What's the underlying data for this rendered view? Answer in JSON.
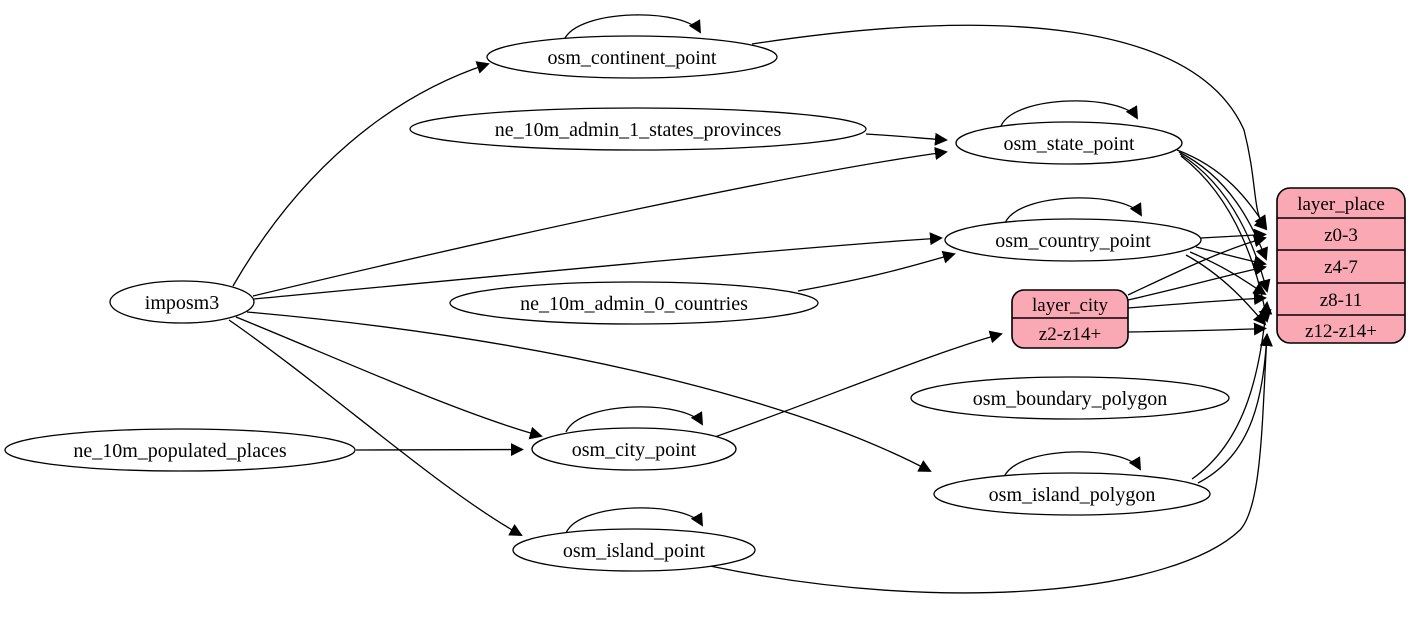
{
  "diagram": {
    "background": "#ffffff",
    "ellipse_fill": "#ffffff",
    "record_fill": "#f9a8b4",
    "stroke": "#000000"
  },
  "nodes": {
    "imposm3": {
      "label": "imposm3"
    },
    "ne_10m_admin_1_states_provinces": {
      "label": "ne_10m_admin_1_states_provinces"
    },
    "ne_10m_admin_0_countries": {
      "label": "ne_10m_admin_0_countries"
    },
    "ne_10m_populated_places": {
      "label": "ne_10m_populated_places"
    },
    "osm_continent_point": {
      "label": "osm_continent_point"
    },
    "osm_state_point": {
      "label": "osm_state_point"
    },
    "osm_country_point": {
      "label": "osm_country_point"
    },
    "osm_city_point": {
      "label": "osm_city_point"
    },
    "osm_island_point": {
      "label": "osm_island_point"
    },
    "osm_boundary_polygon": {
      "label": "osm_boundary_polygon"
    },
    "osm_island_polygon": {
      "label": "osm_island_polygon"
    }
  },
  "records": {
    "layer_city": {
      "title": "layer_city",
      "rows": {
        "0": "z2-z14+"
      }
    },
    "layer_place": {
      "title": "layer_place",
      "rows": {
        "0": "z0-3",
        "1": "z4-7",
        "2": "z8-11",
        "3": "z12-z14+"
      }
    }
  },
  "edges": [
    {
      "from": "imposm3",
      "to": "osm_continent_point"
    },
    {
      "from": "imposm3",
      "to": "osm_state_point"
    },
    {
      "from": "imposm3",
      "to": "osm_country_point"
    },
    {
      "from": "imposm3",
      "to": "osm_city_point"
    },
    {
      "from": "imposm3",
      "to": "osm_island_point"
    },
    {
      "from": "imposm3",
      "to": "osm_island_polygon"
    },
    {
      "from": "ne_10m_admin_1_states_provinces",
      "to": "osm_state_point"
    },
    {
      "from": "ne_10m_admin_0_countries",
      "to": "osm_country_point"
    },
    {
      "from": "ne_10m_populated_places",
      "to": "osm_city_point"
    },
    {
      "from": "osm_continent_point",
      "to": "osm_continent_point"
    },
    {
      "from": "osm_state_point",
      "to": "osm_state_point"
    },
    {
      "from": "osm_country_point",
      "to": "osm_country_point"
    },
    {
      "from": "osm_city_point",
      "to": "osm_city_point"
    },
    {
      "from": "osm_island_point",
      "to": "osm_island_point"
    },
    {
      "from": "osm_island_polygon",
      "to": "osm_island_polygon"
    },
    {
      "from": "osm_city_point",
      "to": "layer_city:z2-z14+"
    },
    {
      "from": "osm_continent_point",
      "to": "layer_place:z0-3"
    },
    {
      "from": "osm_state_point",
      "to": "layer_place:z0-3"
    },
    {
      "from": "osm_state_point",
      "to": "layer_place:z4-7"
    },
    {
      "from": "osm_state_point",
      "to": "layer_place:z8-11"
    },
    {
      "from": "osm_state_point",
      "to": "layer_place:z12-z14+"
    },
    {
      "from": "osm_country_point",
      "to": "layer_place:z0-3"
    },
    {
      "from": "osm_country_point",
      "to": "layer_place:z4-7"
    },
    {
      "from": "osm_country_point",
      "to": "layer_place:z8-11"
    },
    {
      "from": "osm_country_point",
      "to": "layer_place:z12-z14+"
    },
    {
      "from": "layer_city",
      "to": "layer_place:z0-3"
    },
    {
      "from": "layer_city",
      "to": "layer_place:z4-7"
    },
    {
      "from": "layer_city",
      "to": "layer_place:z8-11"
    },
    {
      "from": "layer_city",
      "to": "layer_place:z12-z14+"
    },
    {
      "from": "osm_island_polygon",
      "to": "layer_place:z8-11"
    },
    {
      "from": "osm_island_polygon",
      "to": "layer_place:z12-z14+"
    },
    {
      "from": "osm_island_point",
      "to": "layer_place:z12-z14+"
    }
  ]
}
